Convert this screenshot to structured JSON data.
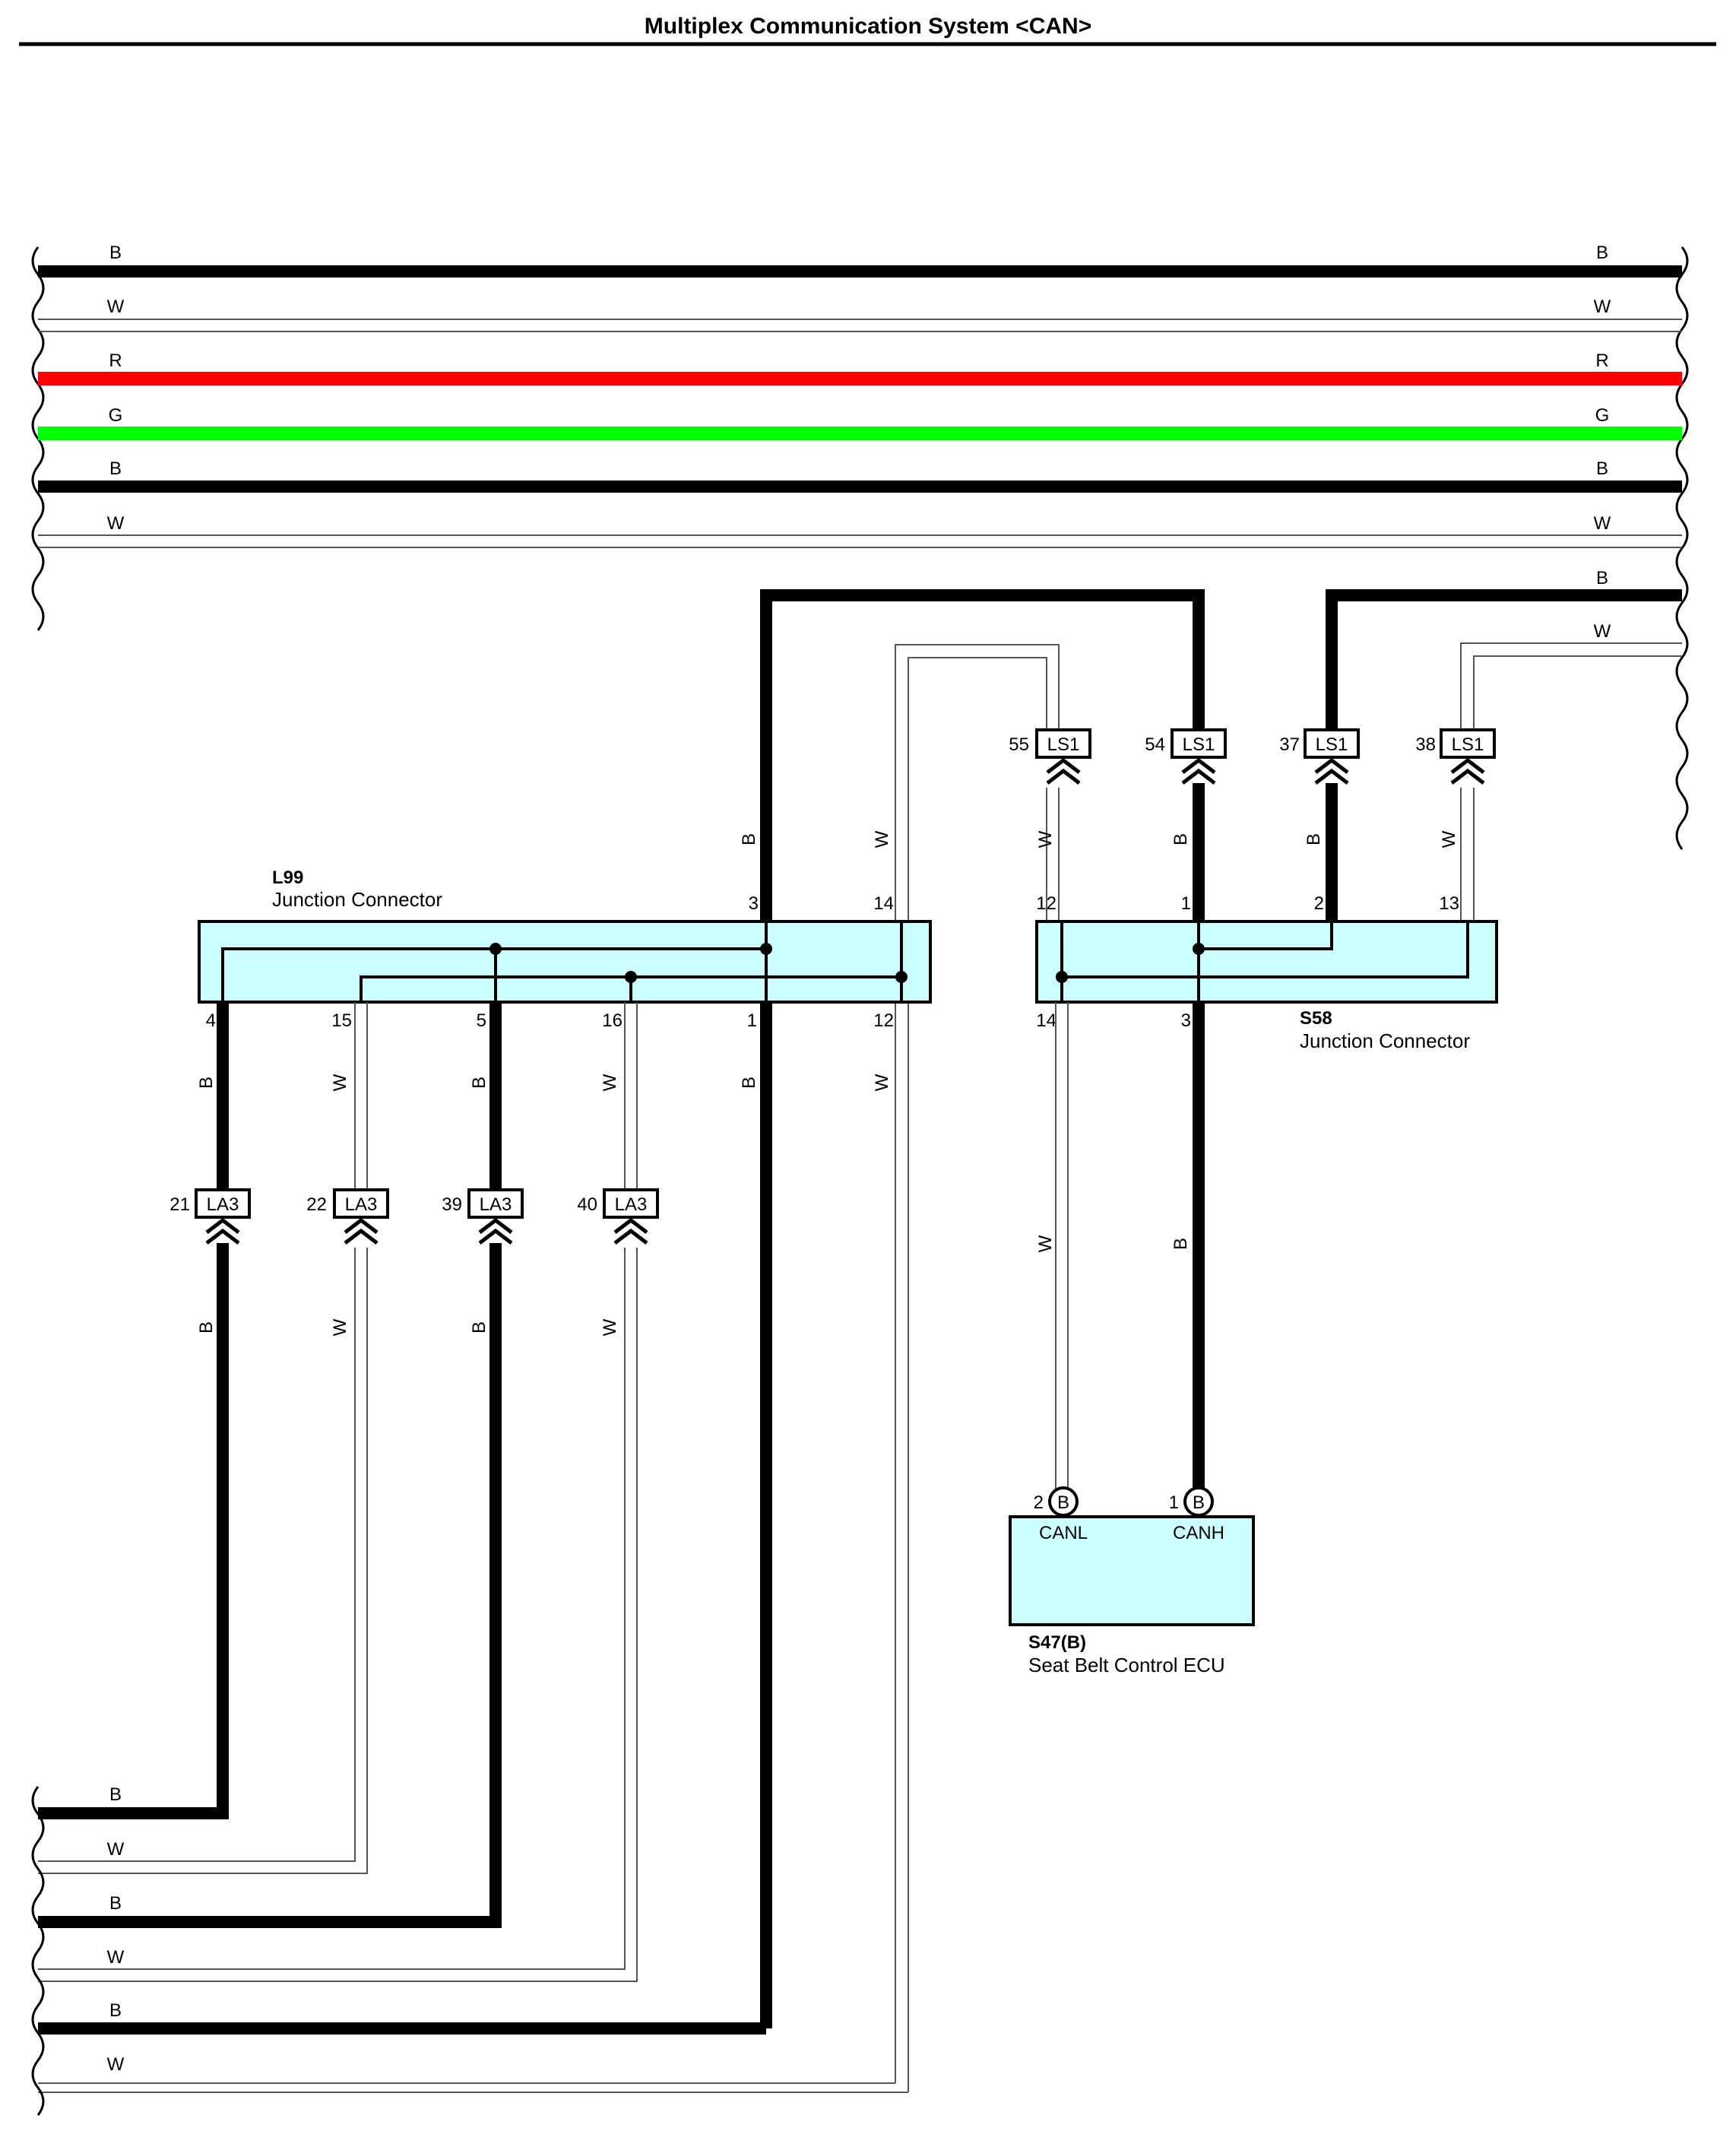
{
  "title": "Multiplex Communication System <CAN>",
  "colors": {
    "wire_black": "#000000",
    "wire_white_outline": "#555555",
    "wire_red": "#ff0000",
    "wire_green": "#00ff00",
    "connector_fill": "#ccffff"
  },
  "top_bus": {
    "wires": [
      {
        "color_code": "B",
        "right_code": "B"
      },
      {
        "color_code": "W",
        "right_code": "W"
      },
      {
        "color_code": "R",
        "right_code": "R"
      },
      {
        "color_code": "G",
        "right_code": "G"
      },
      {
        "color_code": "B",
        "right_code": "B"
      },
      {
        "color_code": "W",
        "right_code": "W"
      }
    ],
    "extra_right": [
      {
        "color_code": "B"
      },
      {
        "color_code": "W"
      }
    ]
  },
  "bottom_bus": {
    "wires": [
      {
        "color_code": "B"
      },
      {
        "color_code": "W"
      },
      {
        "color_code": "B"
      },
      {
        "color_code": "W"
      },
      {
        "color_code": "B"
      },
      {
        "color_code": "W"
      }
    ]
  },
  "l99": {
    "id": "L99",
    "name": "Junction Connector",
    "top_pins": [
      "3",
      "14"
    ],
    "top_wire_codes": [
      "B",
      "W"
    ],
    "bottom_pins": [
      "4",
      "15",
      "5",
      "16",
      "1",
      "12"
    ],
    "bottom_wire_codes": [
      "B",
      "W",
      "B",
      "W",
      "B",
      "W"
    ]
  },
  "s58": {
    "id": "S58",
    "name": "Junction Connector",
    "top_pins": [
      "12",
      "1",
      "2",
      "13"
    ],
    "top_wire_codes": [
      "W",
      "B",
      "B",
      "W"
    ],
    "bottom_pins": [
      "14",
      "3"
    ],
    "bottom_wire_codes": [
      "W",
      "B"
    ]
  },
  "ls1_connectors": [
    {
      "pin": "55",
      "label": "LS1"
    },
    {
      "pin": "54",
      "label": "LS1"
    },
    {
      "pin": "37",
      "label": "LS1"
    },
    {
      "pin": "38",
      "label": "LS1"
    }
  ],
  "la3_connectors": [
    {
      "pin": "21",
      "label": "LA3",
      "wire_code_below": "B"
    },
    {
      "pin": "22",
      "label": "LA3",
      "wire_code_below": "W"
    },
    {
      "pin": "39",
      "label": "LA3",
      "wire_code_below": "B"
    },
    {
      "pin": "40",
      "label": "LA3",
      "wire_code_below": "W"
    }
  ],
  "s47": {
    "id": "S47(B)",
    "name": "Seat Belt Control ECU",
    "pins": [
      {
        "pin": "2",
        "terminal": "B",
        "signal": "CANL",
        "wire_code": "W"
      },
      {
        "pin": "1",
        "terminal": "B",
        "signal": "CANH",
        "wire_code": "B"
      }
    ]
  }
}
